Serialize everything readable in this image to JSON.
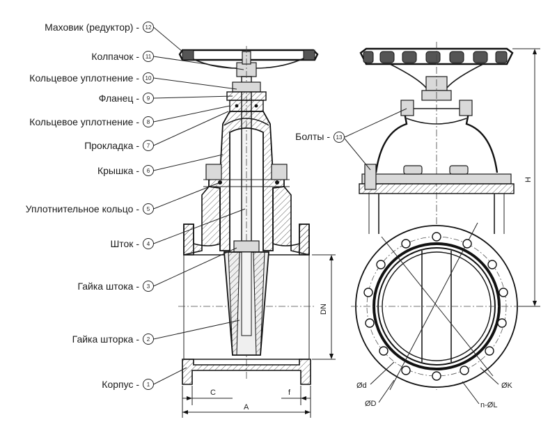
{
  "callouts": [
    {
      "label": "Маховик (редуктор) -",
      "num": "12"
    },
    {
      "label": "Колпачок -",
      "num": "11"
    },
    {
      "label": "Кольцевое уплотнение -",
      "num": "10"
    },
    {
      "label": "Фланец -",
      "num": "9"
    },
    {
      "label": "Кольцевое уплотнение -",
      "num": "8"
    },
    {
      "label": "Прокладка -",
      "num": "7"
    },
    {
      "label": "Крышка -",
      "num": "6"
    },
    {
      "label": "Уплотнительное кольцо -",
      "num": "5"
    },
    {
      "label": "Шток -",
      "num": "4"
    },
    {
      "label": "Гайка штока -",
      "num": "3"
    },
    {
      "label": "Гайка шторка -",
      "num": "2"
    },
    {
      "label": "Корпус -",
      "num": "1"
    }
  ],
  "bolts": {
    "label": "Болты -",
    "num": "13"
  },
  "dimensions": {
    "dn": "DN",
    "c": "C",
    "a": "A",
    "f": "f",
    "h": "H",
    "d_small": "Ød",
    "d_big": "ØD",
    "k": "ØK",
    "nl": "n-ØL"
  }
}
